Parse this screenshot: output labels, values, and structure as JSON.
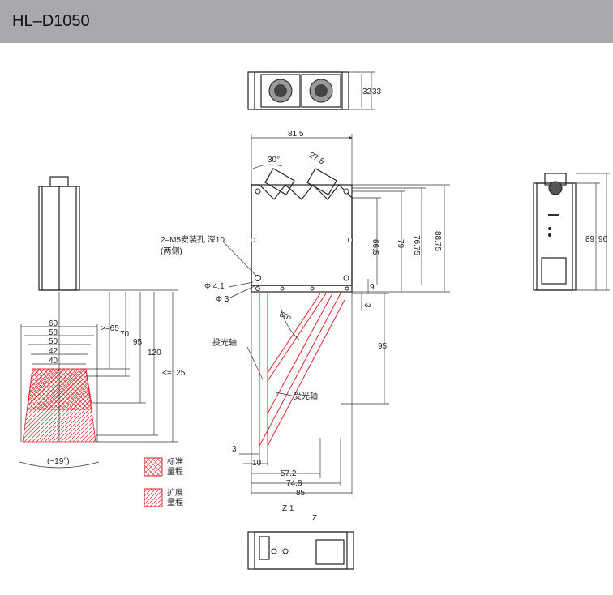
{
  "header": {
    "title": "HL–D1050",
    "bg": "#a7a9ac"
  },
  "colors": {
    "beam": "#e0242a",
    "line": "#222222"
  },
  "top_view": {
    "dims": [
      "32",
      "33"
    ]
  },
  "front_view": {
    "dims": {
      "width_top": "81.5",
      "angle_conn": "30°",
      "conn_offset": "27.5",
      "h1": "66.5",
      "h2": "79",
      "h3": "76.75",
      "h4": "88.75",
      "small_9": "9",
      "small_3": "3",
      "beam_95": "95",
      "dia41": "Φ 4.1",
      "dia3": "Φ 3",
      "angle_beam": "60°",
      "bot_3": "3",
      "bot_10": "10",
      "bot_572": "57.2",
      "bot_748": "74.8",
      "bot_85": "85"
    },
    "mount_label": "2–M5安装孔 深10",
    "mount_sub": "(两侧)",
    "emit_axis": "投光轴",
    "recv_axis": "受光轴",
    "z1": "Z 1",
    "z": "Z"
  },
  "side_view": {
    "widths": [
      "60",
      "58",
      "50",
      "42",
      "40"
    ],
    "heights": [
      ">=65",
      "70",
      "95",
      "120",
      "<=125"
    ],
    "angle": "(~19°)"
  },
  "right_view": {
    "dims": [
      "89",
      "96"
    ]
  },
  "legend": {
    "standard": [
      "标准",
      "量程"
    ],
    "extended": [
      "扩展",
      "量程"
    ]
  }
}
